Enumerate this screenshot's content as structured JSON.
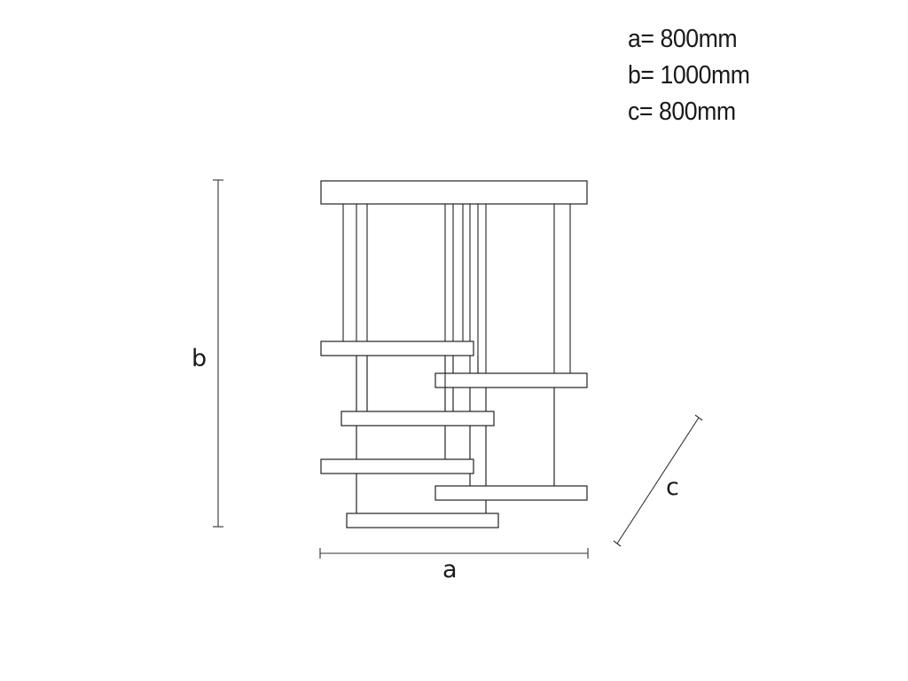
{
  "dimensions": [
    {
      "key": "a",
      "text": "a= 800mm"
    },
    {
      "key": "b",
      "text": "b= 1000mm"
    },
    {
      "key": "c",
      "text": "c= 800mm"
    }
  ],
  "labels": {
    "a": "a",
    "b": "b",
    "c": "c"
  },
  "colors": {
    "line": "#222222",
    "background": "#ffffff"
  }
}
